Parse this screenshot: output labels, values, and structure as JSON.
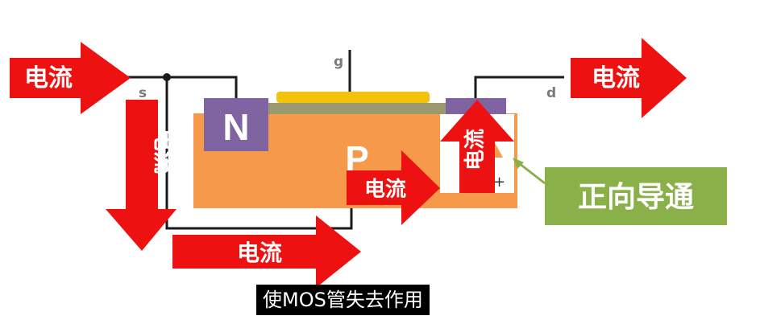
{
  "diagram": {
    "terminals": {
      "source": "s",
      "gate": "g",
      "drain": "d"
    },
    "regions": {
      "n_left": "N",
      "body": "P",
      "plus": "+"
    },
    "current_label": "电流",
    "callout": "正向导通",
    "subtitle": "使MOS管失去作用",
    "colors": {
      "arrow": "#ee1111",
      "body": "#f7994a",
      "n_region": "#8064a2",
      "gate": "#f2c30a",
      "oxide": "#9a9a6e",
      "callout": "#8ab04a",
      "wire": "#1a1a1a"
    }
  }
}
